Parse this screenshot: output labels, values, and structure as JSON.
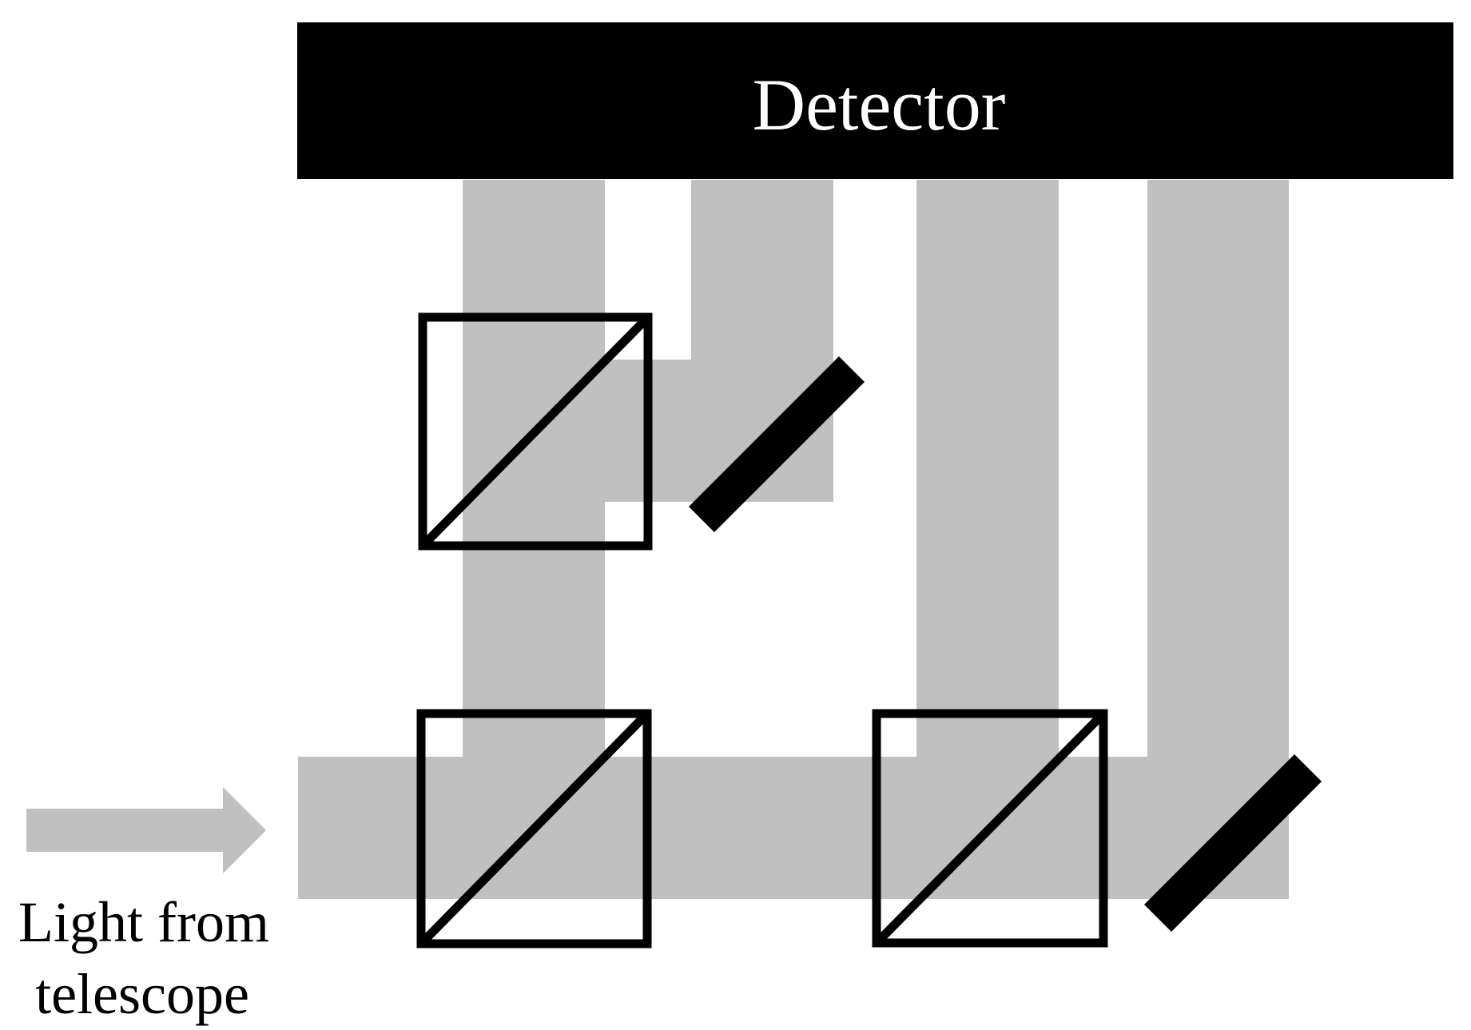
{
  "detector": {
    "label": "Detector"
  },
  "input_label": {
    "line1": "Light from",
    "line2": "telescope"
  },
  "colors": {
    "beam": "#c0c0c0",
    "optics": "#000000",
    "background": "#ffffff",
    "detector_text": "#ffffff"
  }
}
